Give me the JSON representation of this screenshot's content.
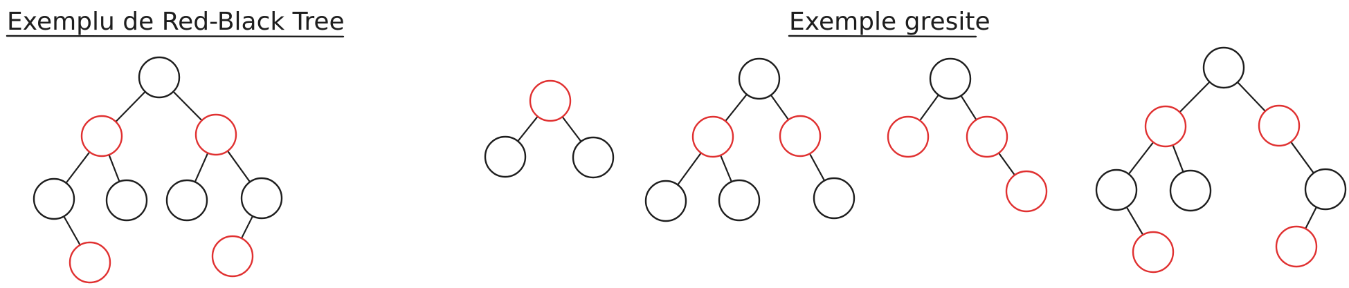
{
  "colors": {
    "black": "#1e1e1e",
    "red": "#e03131",
    "background": "#ffffff"
  },
  "titles": {
    "left": "Exemplu de Red-Black Tree",
    "right": "Exemple gresite"
  },
  "trees": [
    {
      "group": "correct-example",
      "nodes": [
        {
          "color": "black"
        },
        {
          "color": "red"
        },
        {
          "color": "red"
        },
        {
          "color": "black"
        },
        {
          "color": "black"
        },
        {
          "color": "black"
        },
        {
          "color": "black"
        },
        {
          "color": "red"
        },
        {
          "color": "red"
        }
      ],
      "edges": [
        [
          0,
          1
        ],
        [
          0,
          2
        ],
        [
          1,
          3
        ],
        [
          1,
          4
        ],
        [
          2,
          5
        ],
        [
          2,
          6
        ],
        [
          3,
          7
        ],
        [
          6,
          8
        ]
      ]
    },
    {
      "group": "wrong-example-1",
      "nodes": [
        {
          "color": "red"
        },
        {
          "color": "black"
        },
        {
          "color": "black"
        }
      ],
      "edges": [
        [
          0,
          1
        ],
        [
          0,
          2
        ]
      ]
    },
    {
      "group": "wrong-example-2",
      "nodes": [
        {
          "color": "black"
        },
        {
          "color": "red"
        },
        {
          "color": "red"
        },
        {
          "color": "black"
        },
        {
          "color": "black"
        },
        {
          "color": "black"
        }
      ],
      "edges": [
        [
          0,
          1
        ],
        [
          0,
          2
        ],
        [
          1,
          3
        ],
        [
          1,
          4
        ],
        [
          2,
          5
        ]
      ]
    },
    {
      "group": "wrong-example-3",
      "nodes": [
        {
          "color": "black"
        },
        {
          "color": "red"
        },
        {
          "color": "red"
        },
        {
          "color": "red"
        }
      ],
      "edges": [
        [
          0,
          1
        ],
        [
          0,
          2
        ],
        [
          2,
          3
        ]
      ]
    },
    {
      "group": "wrong-example-4",
      "nodes": [
        {
          "color": "black"
        },
        {
          "color": "red"
        },
        {
          "color": "red"
        },
        {
          "color": "black"
        },
        {
          "color": "black"
        },
        {
          "color": "black"
        },
        {
          "color": "red"
        },
        {
          "color": "red"
        }
      ],
      "edges": [
        [
          0,
          1
        ],
        [
          0,
          2
        ],
        [
          1,
          3
        ],
        [
          1,
          4
        ],
        [
          2,
          5
        ],
        [
          3,
          6
        ],
        [
          5,
          7
        ]
      ]
    }
  ]
}
